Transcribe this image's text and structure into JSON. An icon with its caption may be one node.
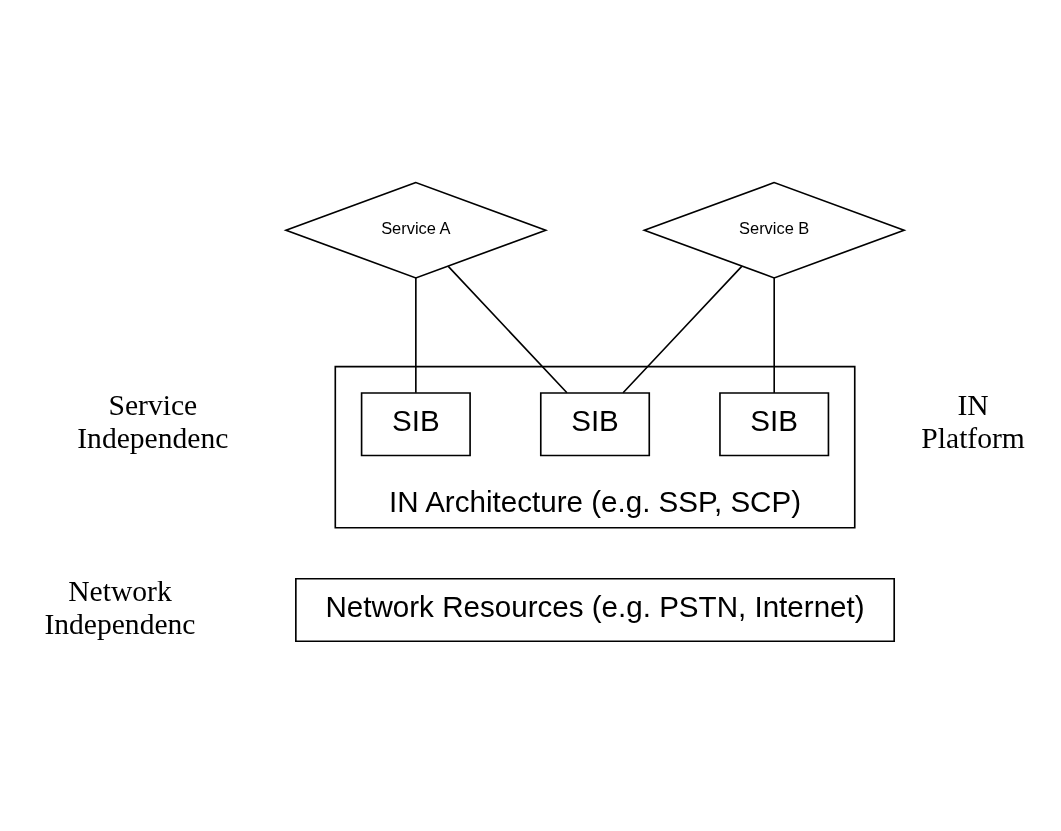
{
  "diagram": {
    "nodes": [
      {
        "text": [
          "Service A"
        ]
      },
      {
        "text": [
          "Service B"
        ]
      },
      {
        "text": [
          "IN Architecture (e.g. SSP, SCP)"
        ]
      },
      {
        "text": [
          "SIB"
        ],
        "in": 2
      },
      {
        "text": [
          "SIB"
        ],
        "in": 2
      },
      {
        "text": [
          "SIB"
        ],
        "in": 2
      },
      {
        "text": [
          "Network Resources (e.g. PSTN, Internet)"
        ]
      }
    ],
    "edges": [
      {
        "from": 0,
        "to": 3,
        "arrow": "none"
      },
      {
        "from": 0,
        "to": 4,
        "arrow": "none"
      },
      {
        "from": 1,
        "to": 4,
        "arrow": "none"
      },
      {
        "from": 1,
        "to": 5,
        "arrow": "none"
      }
    ],
    "labels": [
      "Service Independenc",
      "Network Independenc",
      "IN Platform"
    ]
  }
}
